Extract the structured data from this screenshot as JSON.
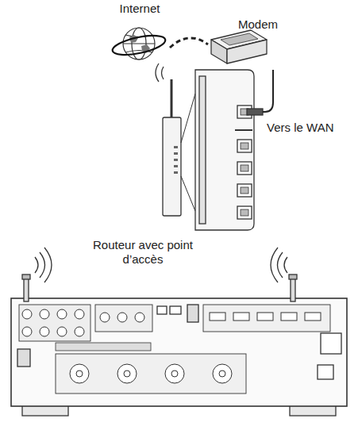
{
  "diagram": {
    "nodes": [
      {
        "text": [
          "Internet"
        ]
      },
      {
        "text": [
          "Modem"
        ]
      },
      {
        "text": [
          "Routeur avec point d’accès"
        ]
      }
    ],
    "edges": [
      {
        "from": 0,
        "to": 1,
        "arrow": "none"
      },
      {
        "from": 1,
        "to": 2,
        "arrow": "none"
      }
    ],
    "labels": [
      "Vers le WAN"
    ]
  }
}
